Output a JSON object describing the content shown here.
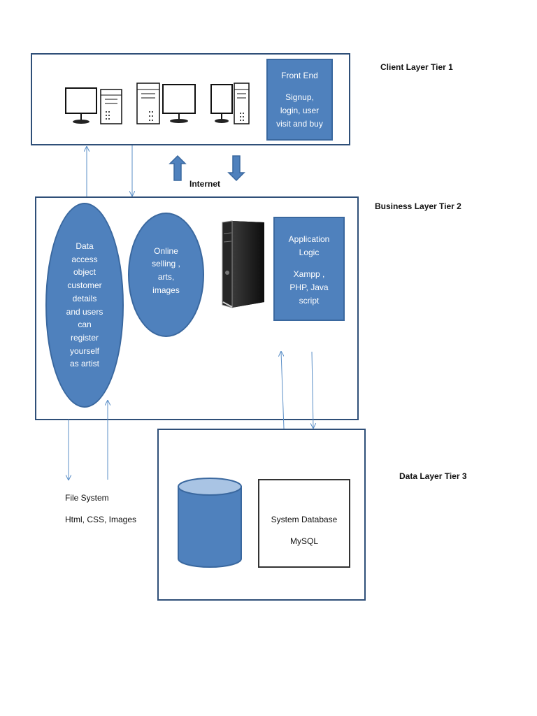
{
  "client_layer": {
    "title": "Client Layer Tier 1",
    "front_end": {
      "heading": "Front End",
      "lines": [
        "Signup,",
        "login, user",
        "visit and buy"
      ]
    }
  },
  "internet_label": "Internet",
  "business_layer": {
    "title": "Business Layer Tier 2",
    "dao_lines": [
      "Data",
      "access",
      "object",
      "customer",
      "details",
      "and users",
      "can",
      "register",
      "yourself",
      "as artist"
    ],
    "online_lines": [
      "Online",
      "selling ,",
      "arts,",
      "images"
    ],
    "app_logic": {
      "heading_lines": [
        "Application",
        "Logic"
      ],
      "lines": [
        "Xampp ,",
        "PHP, Java",
        "script"
      ]
    }
  },
  "file_system": {
    "title": "File System",
    "subtitle": "Html, CSS, Images"
  },
  "data_layer": {
    "title": "Data Layer Tier 3",
    "database": {
      "name": "System Database",
      "engine": "MySQL"
    }
  },
  "colors": {
    "frame": "#2f4f78",
    "shape_fill": "#4f81bd",
    "arrow": "#5b8fc7"
  }
}
